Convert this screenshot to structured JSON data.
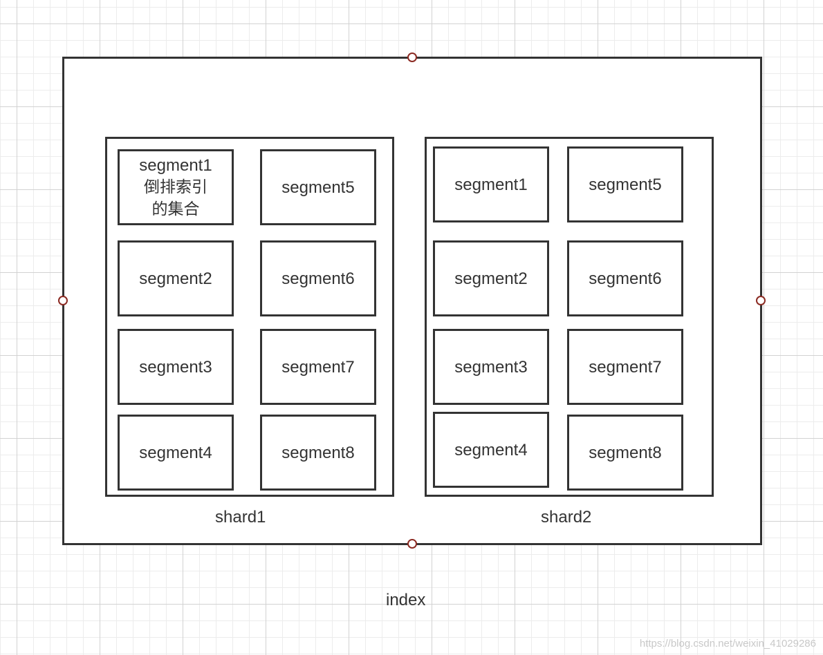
{
  "index": {
    "label": "index"
  },
  "shards": [
    {
      "label": "shard1",
      "segments": [
        {
          "name": "segment1",
          "note_line1": "倒排索引",
          "note_line2": "的集合"
        },
        {
          "name": "segment2"
        },
        {
          "name": "segment3"
        },
        {
          "name": "segment4"
        },
        {
          "name": "segment5"
        },
        {
          "name": "segment6"
        },
        {
          "name": "segment7"
        },
        {
          "name": "segment8"
        }
      ]
    },
    {
      "label": "shard2",
      "segments": [
        {
          "name": "segment1"
        },
        {
          "name": "segment2"
        },
        {
          "name": "segment3"
        },
        {
          "name": "segment4"
        },
        {
          "name": "segment5"
        },
        {
          "name": "segment6"
        },
        {
          "name": "segment7"
        },
        {
          "name": "segment8"
        }
      ]
    }
  ],
  "watermark": "https://blog.csdn.net/weixin_41029286",
  "colors": {
    "stroke": "#333333",
    "handle": "#8b2a22",
    "grid_major": "#d2d2d2",
    "grid_minor": "#ececec"
  }
}
